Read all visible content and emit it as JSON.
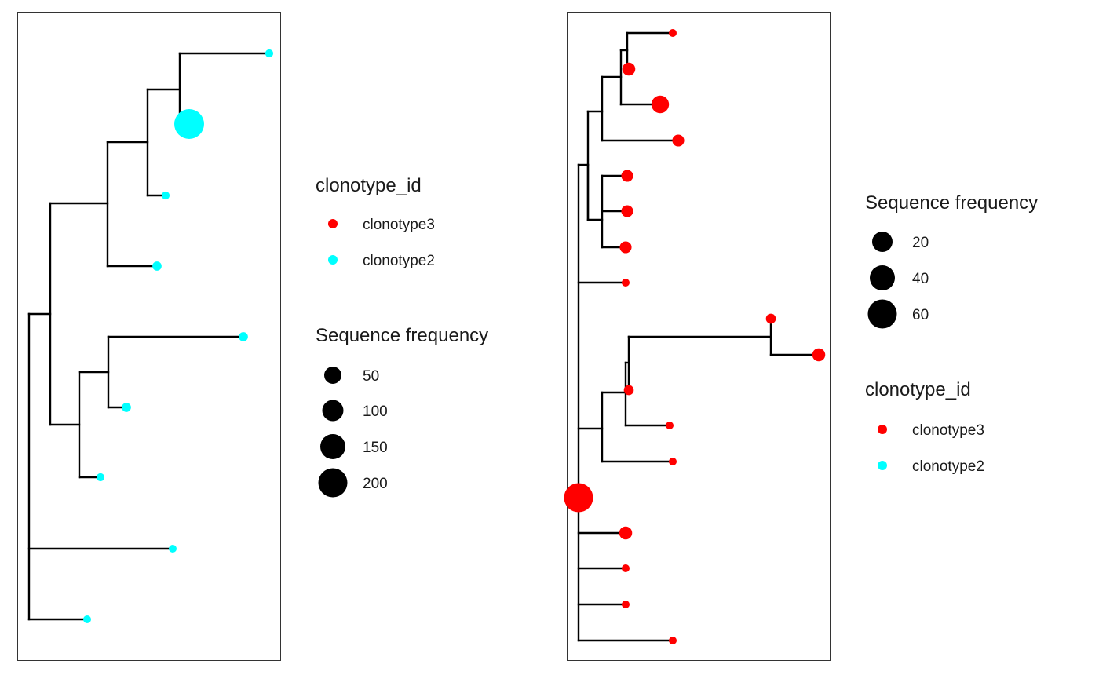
{
  "chart_data": [
    {
      "type": "scatter",
      "description_kind": "phylogenetic-tree",
      "panel": "left",
      "tips": [
        {
          "clonotype": "clonotype2",
          "frequency": 15
        },
        {
          "clonotype": "clonotype2",
          "frequency": 210
        },
        {
          "clonotype": "clonotype2",
          "frequency": 15
        },
        {
          "clonotype": "clonotype2",
          "frequency": 20
        },
        {
          "clonotype": "clonotype2",
          "frequency": 20
        },
        {
          "clonotype": "clonotype2",
          "frequency": 20
        },
        {
          "clonotype": "clonotype2",
          "frequency": 15
        },
        {
          "clonotype": "clonotype2",
          "frequency": 10
        },
        {
          "clonotype": "clonotype2",
          "frequency": 12
        }
      ],
      "legends": [
        {
          "title": "clonotype_id",
          "entries": [
            {
              "label": "clonotype3",
              "color": "#ff0000"
            },
            {
              "label": "clonotype2",
              "color": "#00ffff"
            }
          ]
        },
        {
          "title": "Sequence frequency",
          "entries": [
            {
              "label": "50",
              "value": 50
            },
            {
              "label": "100",
              "value": 100
            },
            {
              "label": "150",
              "value": 150
            },
            {
              "label": "200",
              "value": 200
            }
          ]
        }
      ]
    },
    {
      "type": "scatter",
      "description_kind": "phylogenetic-tree",
      "panel": "right",
      "tips": [
        {
          "clonotype": "clonotype3",
          "frequency": 3
        },
        {
          "clonotype": "clonotype3",
          "frequency": 12
        },
        {
          "clonotype": "clonotype3",
          "frequency": 22
        },
        {
          "clonotype": "clonotype3",
          "frequency": 10
        },
        {
          "clonotype": "clonotype3",
          "frequency": 10
        },
        {
          "clonotype": "clonotype3",
          "frequency": 10
        },
        {
          "clonotype": "clonotype3",
          "frequency": 10
        },
        {
          "clonotype": "clonotype3",
          "frequency": 3
        },
        {
          "clonotype": "clonotype3",
          "frequency": 7
        },
        {
          "clonotype": "clonotype3",
          "frequency": 12
        },
        {
          "clonotype": "clonotype3",
          "frequency": 7
        },
        {
          "clonotype": "clonotype3",
          "frequency": 3
        },
        {
          "clonotype": "clonotype3",
          "frequency": 3
        },
        {
          "clonotype": "clonotype3",
          "frequency": 60
        },
        {
          "clonotype": "clonotype3",
          "frequency": 12
        },
        {
          "clonotype": "clonotype3",
          "frequency": 3
        },
        {
          "clonotype": "clonotype3",
          "frequency": 3
        },
        {
          "clonotype": "clonotype3",
          "frequency": 3
        }
      ],
      "legends": [
        {
          "title": "Sequence frequency",
          "entries": [
            {
              "label": "20",
              "value": 20
            },
            {
              "label": "40",
              "value": 40
            },
            {
              "label": "60",
              "value": 60
            }
          ]
        },
        {
          "title": "clonotype_id",
          "entries": [
            {
              "label": "clonotype3",
              "color": "#ff0000"
            },
            {
              "label": "clonotype2",
              "color": "#00ffff"
            }
          ]
        }
      ]
    }
  ]
}
